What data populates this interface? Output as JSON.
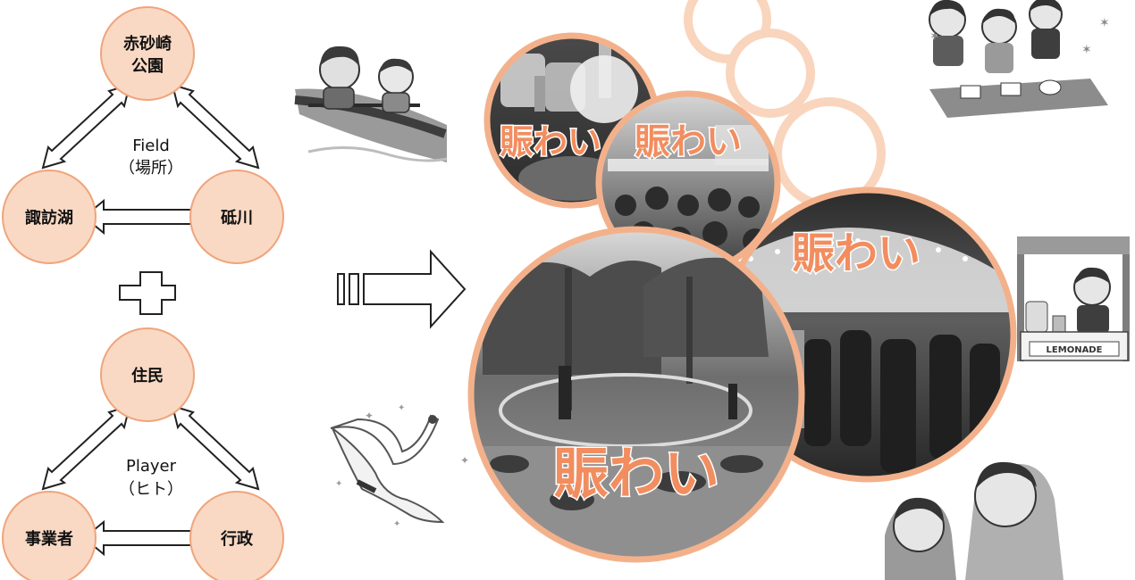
{
  "colors": {
    "node_fill": "#f9d9c4",
    "node_stroke": "#f0a47b",
    "accent": "#f28d5f",
    "bubble": "#f9d5bd"
  },
  "field_diagram": {
    "center_line1": "Field",
    "center_line2": "（場所）",
    "nodes": [
      {
        "id": "top",
        "label_line1": "赤砂崎",
        "label_line2": "公園"
      },
      {
        "id": "left",
        "label": "諏訪湖"
      },
      {
        "id": "right",
        "label": "砥川"
      }
    ]
  },
  "plus_symbol": "plus",
  "player_diagram": {
    "center_line1": "Player",
    "center_line2": "（ヒト）",
    "nodes": [
      {
        "id": "top",
        "label": "住民"
      },
      {
        "id": "left",
        "label": "事業者"
      },
      {
        "id": "right",
        "label": "行政"
      }
    ]
  },
  "result_arrow": "right-arrow",
  "photo_circles": [
    {
      "id": "drinks",
      "label": "賑わい"
    },
    {
      "id": "crowd",
      "label": "賑わい"
    },
    {
      "id": "market",
      "label": "賑わい"
    },
    {
      "id": "park",
      "label": "賑わい"
    }
  ],
  "illustrations": {
    "kayak": "kayak-illustration",
    "swan": "swan-illustration",
    "picnic": "picnic-illustration",
    "lemonade": "lemonade-stand-illustration",
    "lemonade_sign": "LEMONADE",
    "people": "people-illustration"
  }
}
